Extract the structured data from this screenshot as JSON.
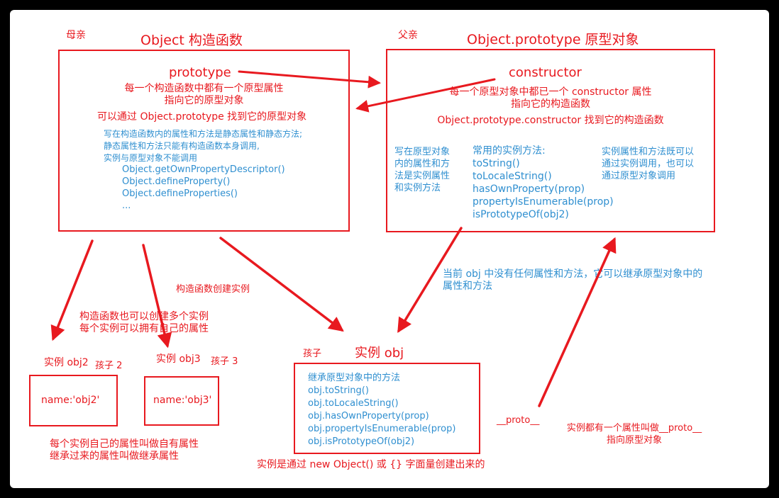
{
  "colors": {
    "background": "#000000",
    "panel": "#ffffff",
    "red": "#e8191f",
    "blue": "#2f8fd0"
  },
  "constructor_section": {
    "role_label": "母亲",
    "title": "Object 构造函数",
    "prototype_label": "prototype",
    "desc_lines": [
      "每一个构造函数中都有一个原型属性",
      "指向它的原型对象"
    ],
    "find_note": "可以通过 Object.prototype 找到它的原型对象",
    "static_note_lines": [
      "写在构造函数内的属性和方法是静态属性和静态方法;",
      "静态属性和方法只能有构造函数本身调用,",
      "实例与原型对象不能调用"
    ],
    "static_methods": [
      "Object.getOwnPropertyDescriptor()",
      "Object.defineProperty()",
      "Object.defineProperties()",
      "..."
    ]
  },
  "prototype_section": {
    "role_label": "父亲",
    "title": "Object.prototype 原型对象",
    "constructor_label": "constructor",
    "desc_lines": [
      "每一个原型对象中都已一个 constructor 属性",
      "指向它的构造函数"
    ],
    "find_note": "Object.prototype.constructor 找到它的构造函数",
    "left_note_lines": [
      "写在原型对象",
      "内的属性和方",
      "法是实例属性",
      "和实例方法"
    ],
    "methods_heading": "常用的实例方法:",
    "methods": [
      "toString()",
      "toLocaleString()",
      "hasOwnProperty(prop)",
      "propertyIsEnumerable(prop)",
      "isPrototypeOf(obj2)"
    ],
    "right_note_lines": [
      "实例属性和方法既可以",
      "通过实例调用，也可以",
      "通过原型对象调用"
    ]
  },
  "annotations": {
    "create_instance": "构造函数创建实例",
    "multi_instance_lines": [
      "构造函数也可以创建多个实例",
      "每个实例可以拥有自己的属性"
    ],
    "inherit_lines": [
      "当前 obj 中没有任何属性和方法，它可以继承原型对象中的",
      "属性和方法"
    ],
    "own_props_lines": [
      "每个实例自己的属性叫做自有属性",
      "继承过来的属性叫做继承属性"
    ],
    "proto_label": "__proto__",
    "proto_note_lines": [
      "实例都有一个属性叫做__proto__",
      "指向原型对象"
    ],
    "creation_note": "实例是通过 new Object() 或 {} 字面量创建出来的"
  },
  "instances": {
    "obj2": {
      "title": "实例 obj2",
      "role_label": "孩子 2",
      "content": "name:'obj2'"
    },
    "obj3": {
      "title": "实例 obj3",
      "role_label": "孩子 3",
      "content": "name:'obj3'"
    },
    "obj": {
      "role_label": "孩子",
      "title": "实例 obj",
      "heading": "继承原型对象中的方法",
      "methods": [
        "obj.toString()",
        "obj.toLocaleString()",
        "obj.hasOwnProperty(prop)",
        "obj.propertyIsEnumerable(prop)",
        "obj.isPrototypeOf(obj2)"
      ]
    }
  }
}
